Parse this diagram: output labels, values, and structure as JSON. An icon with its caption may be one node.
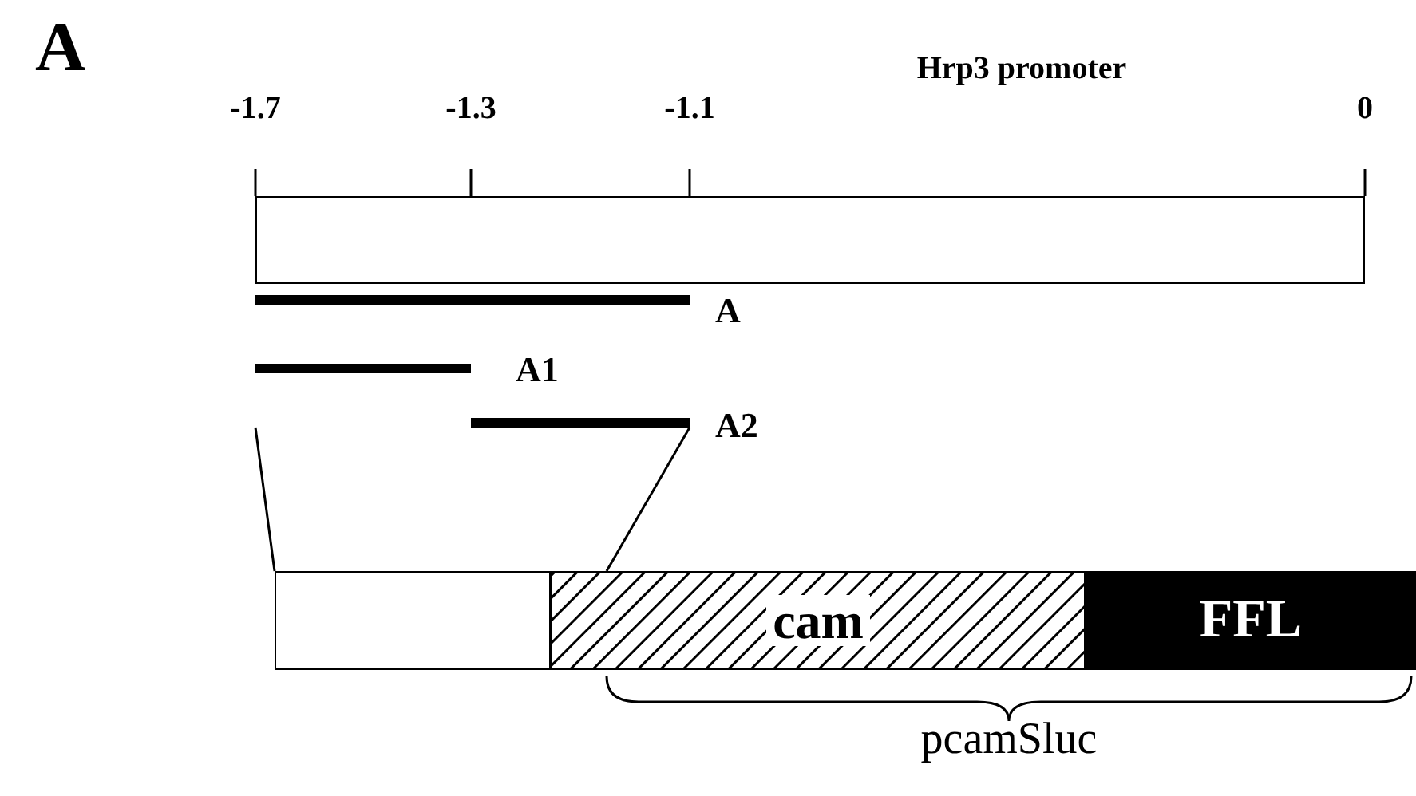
{
  "diagram": {
    "title": "Hrp3 promoter",
    "nodes": [
      {
        "text": [],
        "shape": "box"
      },
      {
        "text": [],
        "shape": "bar",
        "beside": [
          "A"
        ]
      },
      {
        "text": [],
        "shape": "bar",
        "beside": [
          "A1"
        ]
      },
      {
        "text": [],
        "shape": "bar",
        "beside": [
          "A2"
        ]
      },
      {
        "text": [],
        "shape": "box"
      },
      {
        "text": [
          "cam"
        ]
      },
      {
        "text": [
          "FFL"
        ]
      }
    ],
    "edges": [
      {
        "from": null,
        "to": 4,
        "arrow": "none"
      },
      {
        "from": 3,
        "to": 5,
        "arrow": "none"
      }
    ],
    "labels": [
      "A",
      "-1.7",
      "-1.3",
      "-1.1",
      "0",
      "pcamSluc"
    ]
  }
}
